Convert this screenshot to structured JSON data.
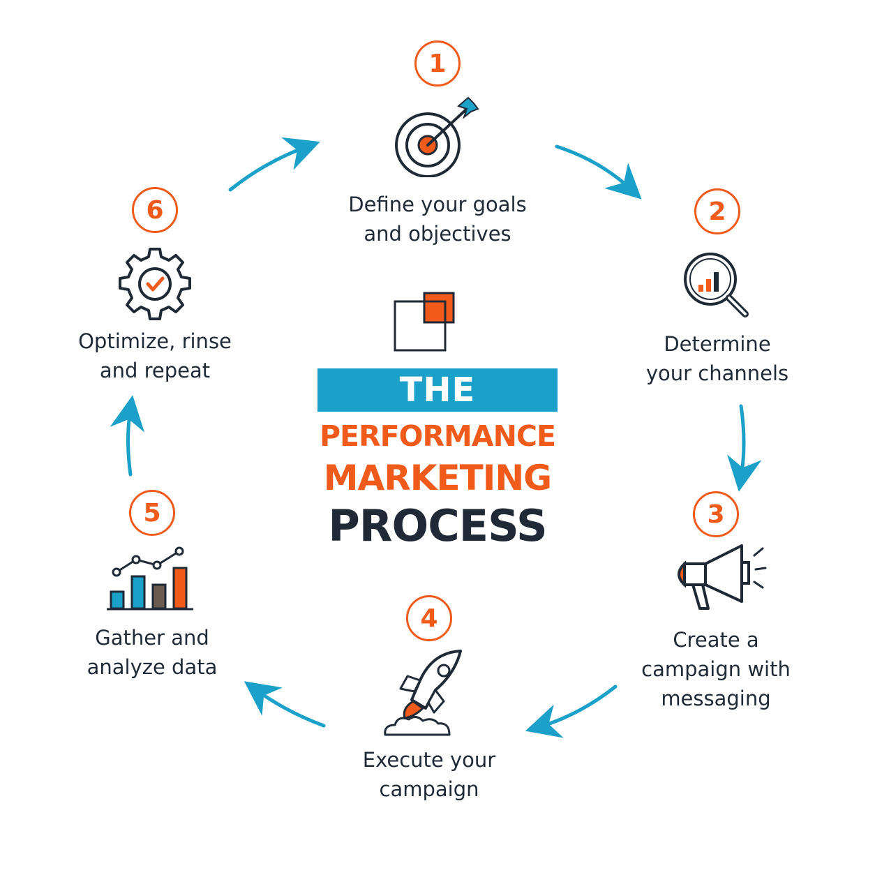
{
  "title": {
    "line1": "THE",
    "line2": "PERFORMANCE",
    "line3": "MARKETING",
    "line4": "PROCESS"
  },
  "steps": [
    {
      "number": "1",
      "icon": "target-icon",
      "label_lines": [
        "Define your goals",
        "and objectives"
      ]
    },
    {
      "number": "2",
      "icon": "magnifier-chart-icon",
      "label_lines": [
        "Determine",
        "your channels"
      ]
    },
    {
      "number": "3",
      "icon": "megaphone-icon",
      "label_lines": [
        "Create a",
        "campaign with",
        "messaging"
      ]
    },
    {
      "number": "4",
      "icon": "rocket-icon",
      "label_lines": [
        "Execute your",
        "campaign"
      ]
    },
    {
      "number": "5",
      "icon": "analytics-chart-icon",
      "label_lines": [
        "Gather and",
        "analyze data"
      ]
    },
    {
      "number": "6",
      "icon": "gear-check-icon",
      "label_lines": [
        "Optimize, rinse",
        "and repeat"
      ]
    }
  ],
  "colors": {
    "accent_orange": "#f05a1a",
    "accent_blue": "#1ba0c9",
    "ink": "#1f2a36",
    "muted_brown": "#6b5a4e",
    "background": "#ffffff"
  }
}
